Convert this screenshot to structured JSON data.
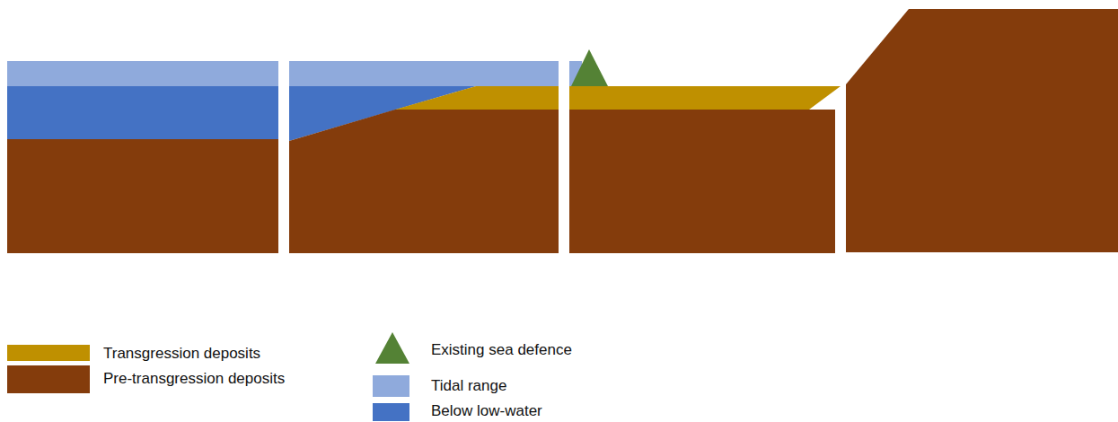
{
  "diagram": {
    "legend": [
      {
        "text": "Transgression deposits",
        "color": "#BF9000"
      },
      {
        "text": "Pre-transgression deposits",
        "color": "#843C0C"
      },
      {
        "text": "Existing sea defence"
      },
      {
        "text": "Tidal range",
        "color": "#8FAADC"
      },
      {
        "text": "Below low-water",
        "color": "#4472C4"
      }
    ]
  }
}
